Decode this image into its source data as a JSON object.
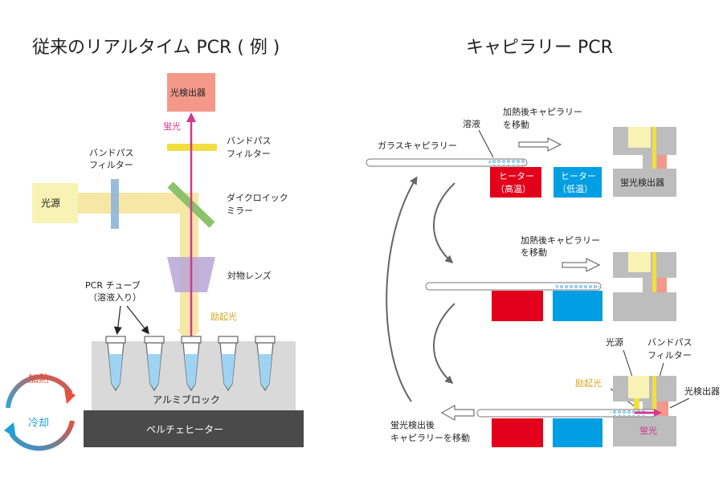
{
  "left": {
    "title": "従来のリアルタイム PCR ( 例 )",
    "detector": "光検出器",
    "fluorescence": "蛍光",
    "bandpass_top": [
      "バンドパス",
      "フィルター"
    ],
    "bandpass_left": [
      "バンドパス",
      "フィルター"
    ],
    "light_source": "光源",
    "dichroic": [
      "ダイクロイック",
      "ミラー"
    ],
    "objective": "対物レンズ",
    "tube_label": [
      "PCR チューブ",
      "（溶液入り）"
    ],
    "excitation": "励起光",
    "aluminum_block": "アルミブロック",
    "peltier": "ペルチェヒーター",
    "heating": "加熱",
    "cooling": "冷却"
  },
  "right": {
    "title": "キャピラリー PCR",
    "solution": "溶液",
    "capillary": "ガラスキャピラリー",
    "move1": [
      "加熱後キャピラリー",
      "を移動"
    ],
    "heater_high": [
      "ヒーター",
      "（高温）"
    ],
    "heater_low": [
      "ヒーター",
      "（低温）"
    ],
    "detector_unit": "蛍光検出器",
    "move2": [
      "加熱後キャピラリー",
      "を移動"
    ],
    "light_source": "光源",
    "bandpass": [
      "バンドパス",
      "フィルター"
    ],
    "excitation": "励起光",
    "detector": "光検出器",
    "fluorescence": "蛍光",
    "move3": [
      "蛍光検出後",
      "キャピラリーを移動"
    ]
  },
  "colors": {
    "detector": "#f4988a",
    "fluorescence": "#d0398f",
    "filter": "#f0df40",
    "source": "#f8f2b4",
    "beam": "#f7e7a6",
    "mirror": "#8cc26a",
    "lens": "#b9a6d6",
    "block": "#d9d9d9",
    "peltier": "#4a4a4a",
    "tube_liquid": "#9fd3f2",
    "heater_high": "#e3001b",
    "heater_low": "#009fe3",
    "detector_gray": "#bdbdbd",
    "heating_arrow": "#e94e3a",
    "cooling_arrow": "#1fa0d8",
    "excitation_text": "#d9a520"
  }
}
